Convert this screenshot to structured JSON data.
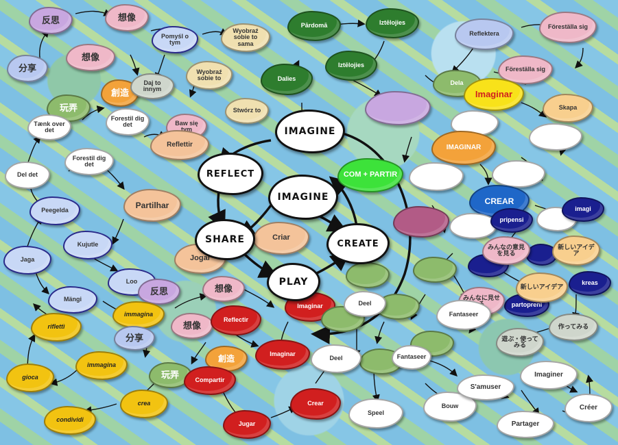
{
  "center": {
    "imagine_top": "IMAGINE",
    "imagine_mid": "IMAGINE",
    "reflect": "REFLECT",
    "share": "SHARE",
    "create": "CREATE",
    "play": "PLAY"
  },
  "clouds": [
    {
      "id": "c01",
      "text": "反思",
      "color": "lilac"
    },
    {
      "id": "c02",
      "text": "想像",
      "color": "pink"
    },
    {
      "id": "c03",
      "text": "分享",
      "color": "paleblue"
    },
    {
      "id": "c04",
      "text": "想像",
      "color": "pink"
    },
    {
      "id": "c05",
      "text": "創造",
      "color": "orange"
    },
    {
      "id": "c06",
      "text": "玩弄",
      "color": "lgreen"
    },
    {
      "id": "c07",
      "text": "Tænk over det",
      "color": "white"
    },
    {
      "id": "c08",
      "text": "Pomyśl o tym",
      "color": "lblue"
    },
    {
      "id": "c09",
      "text": "Wyobraź sobie to sama",
      "color": "tan"
    },
    {
      "id": "c10",
      "text": "Daj to innym",
      "color": "grey"
    },
    {
      "id": "c11",
      "text": "Wyobraź sobie to",
      "color": "tan"
    },
    {
      "id": "c12",
      "text": "Forestil dig det",
      "color": "white"
    },
    {
      "id": "c13",
      "text": "Stwórz to",
      "color": "tan"
    },
    {
      "id": "c14",
      "text": "Baw się tym",
      "color": "pink"
    },
    {
      "id": "c15",
      "text": "Reflettir",
      "color": "peach"
    },
    {
      "id": "c16",
      "text": "Forestil dig det",
      "color": "white"
    },
    {
      "id": "c17",
      "text": "Del det",
      "color": "white"
    },
    {
      "id": "c18",
      "text": "Peegelda",
      "color": "lblue"
    },
    {
      "id": "c19",
      "text": "Partilhar",
      "color": "peach"
    },
    {
      "id": "c20",
      "text": "Kujutle",
      "color": "lblue"
    },
    {
      "id": "c21",
      "text": "Jaga",
      "color": "lblue"
    },
    {
      "id": "c22",
      "text": "Loo",
      "color": "lblue"
    },
    {
      "id": "c23",
      "text": "Jogar",
      "color": "peach"
    },
    {
      "id": "c24",
      "text": "Criar",
      "color": "peach"
    },
    {
      "id": "c25",
      "text": "Mängi",
      "color": "lblue"
    },
    {
      "id": "c26",
      "text": "反思",
      "color": "lilac"
    },
    {
      "id": "c27",
      "text": "想像",
      "color": "pink"
    },
    {
      "id": "c28",
      "text": "riflettì",
      "color": "gold"
    },
    {
      "id": "c29",
      "text": "immagina",
      "color": "gold"
    },
    {
      "id": "c30",
      "text": "分享",
      "color": "paleblue"
    },
    {
      "id": "c31",
      "text": "想像",
      "color": "pink"
    },
    {
      "id": "c32",
      "text": "Reflectir",
      "color": "red"
    },
    {
      "id": "c33",
      "text": "gioca",
      "color": "gold"
    },
    {
      "id": "c34",
      "text": "immagina",
      "color": "gold"
    },
    {
      "id": "c35",
      "text": "玩弄",
      "color": "lgreen"
    },
    {
      "id": "c36",
      "text": "創造",
      "color": "orange"
    },
    {
      "id": "c37",
      "text": "Compartir",
      "color": "red"
    },
    {
      "id": "c38",
      "text": "Imaginar",
      "color": "red"
    },
    {
      "id": "c39",
      "text": "crea",
      "color": "gold"
    },
    {
      "id": "c40",
      "text": "condividi",
      "color": "gold"
    },
    {
      "id": "c41",
      "text": "Jugar",
      "color": "red"
    },
    {
      "id": "c42",
      "text": "Crear",
      "color": "red"
    },
    {
      "id": "c43",
      "text": "Imaginar",
      "color": "red"
    },
    {
      "id": "c44",
      "text": "Dalies",
      "color": "dgreen"
    },
    {
      "id": "c45",
      "text": "Pārdomā",
      "color": "dgreen"
    },
    {
      "id": "c46",
      "text": "Iztēlojies",
      "color": "dgreen"
    },
    {
      "id": "c47",
      "text": "Iztēlojies",
      "color": "dgreen"
    },
    {
      "id": "c48",
      "text": "Reflektera",
      "color": "paleblue"
    },
    {
      "id": "c49",
      "text": "Föreställa sig",
      "color": "pink"
    },
    {
      "id": "c50",
      "text": "Föreställa sig",
      "color": "pink"
    },
    {
      "id": "c51",
      "text": "Dela",
      "color": "lgreen"
    },
    {
      "id": "c52",
      "text": "Imaginar",
      "color": "yellow"
    },
    {
      "id": "c53",
      "text": "Skapa",
      "color": "sand"
    },
    {
      "id": "c54",
      "text": "COM + PARTIR",
      "color": "lime"
    },
    {
      "id": "c55",
      "text": "IMAGINAR",
      "color": "orange"
    },
    {
      "id": "c56",
      "text": "CREAR",
      "color": "blue"
    },
    {
      "id": "c57",
      "text": "pripensi",
      "color": "navy"
    },
    {
      "id": "c58",
      "text": "imagi",
      "color": "navy"
    },
    {
      "id": "c59",
      "text": "kreas",
      "color": "navy"
    },
    {
      "id": "c60",
      "text": "partopreni",
      "color": "navy"
    },
    {
      "id": "c61",
      "text": "新しいアイデア",
      "color": "sand"
    },
    {
      "id": "c62",
      "text": "新しいアイデア",
      "color": "sand"
    },
    {
      "id": "c63",
      "text": "みんなの意見を見る",
      "color": "pink"
    },
    {
      "id": "c64",
      "text": "みんなに見せる",
      "color": "pink"
    },
    {
      "id": "c65",
      "text": "作ってみる",
      "color": "grey"
    },
    {
      "id": "c66",
      "text": "遊ぶ・使ってみる",
      "color": "grey"
    },
    {
      "id": "c67",
      "text": "Fantaseer",
      "color": "white"
    },
    {
      "id": "c68",
      "text": "Deel",
      "color": "white"
    },
    {
      "id": "c69",
      "text": "Deel",
      "color": "white"
    },
    {
      "id": "c70",
      "text": "Speel",
      "color": "white"
    },
    {
      "id": "c71",
      "text": "Bouw",
      "color": "white"
    },
    {
      "id": "c72",
      "text": "Imaginer",
      "color": "white"
    },
    {
      "id": "c73",
      "text": "S'amuser",
      "color": "white"
    },
    {
      "id": "c74",
      "text": "Partager",
      "color": "white"
    },
    {
      "id": "c75",
      "text": "Créer",
      "color": "white"
    },
    {
      "id": "c76",
      "text": "Fantaseer",
      "color": "white"
    }
  ]
}
